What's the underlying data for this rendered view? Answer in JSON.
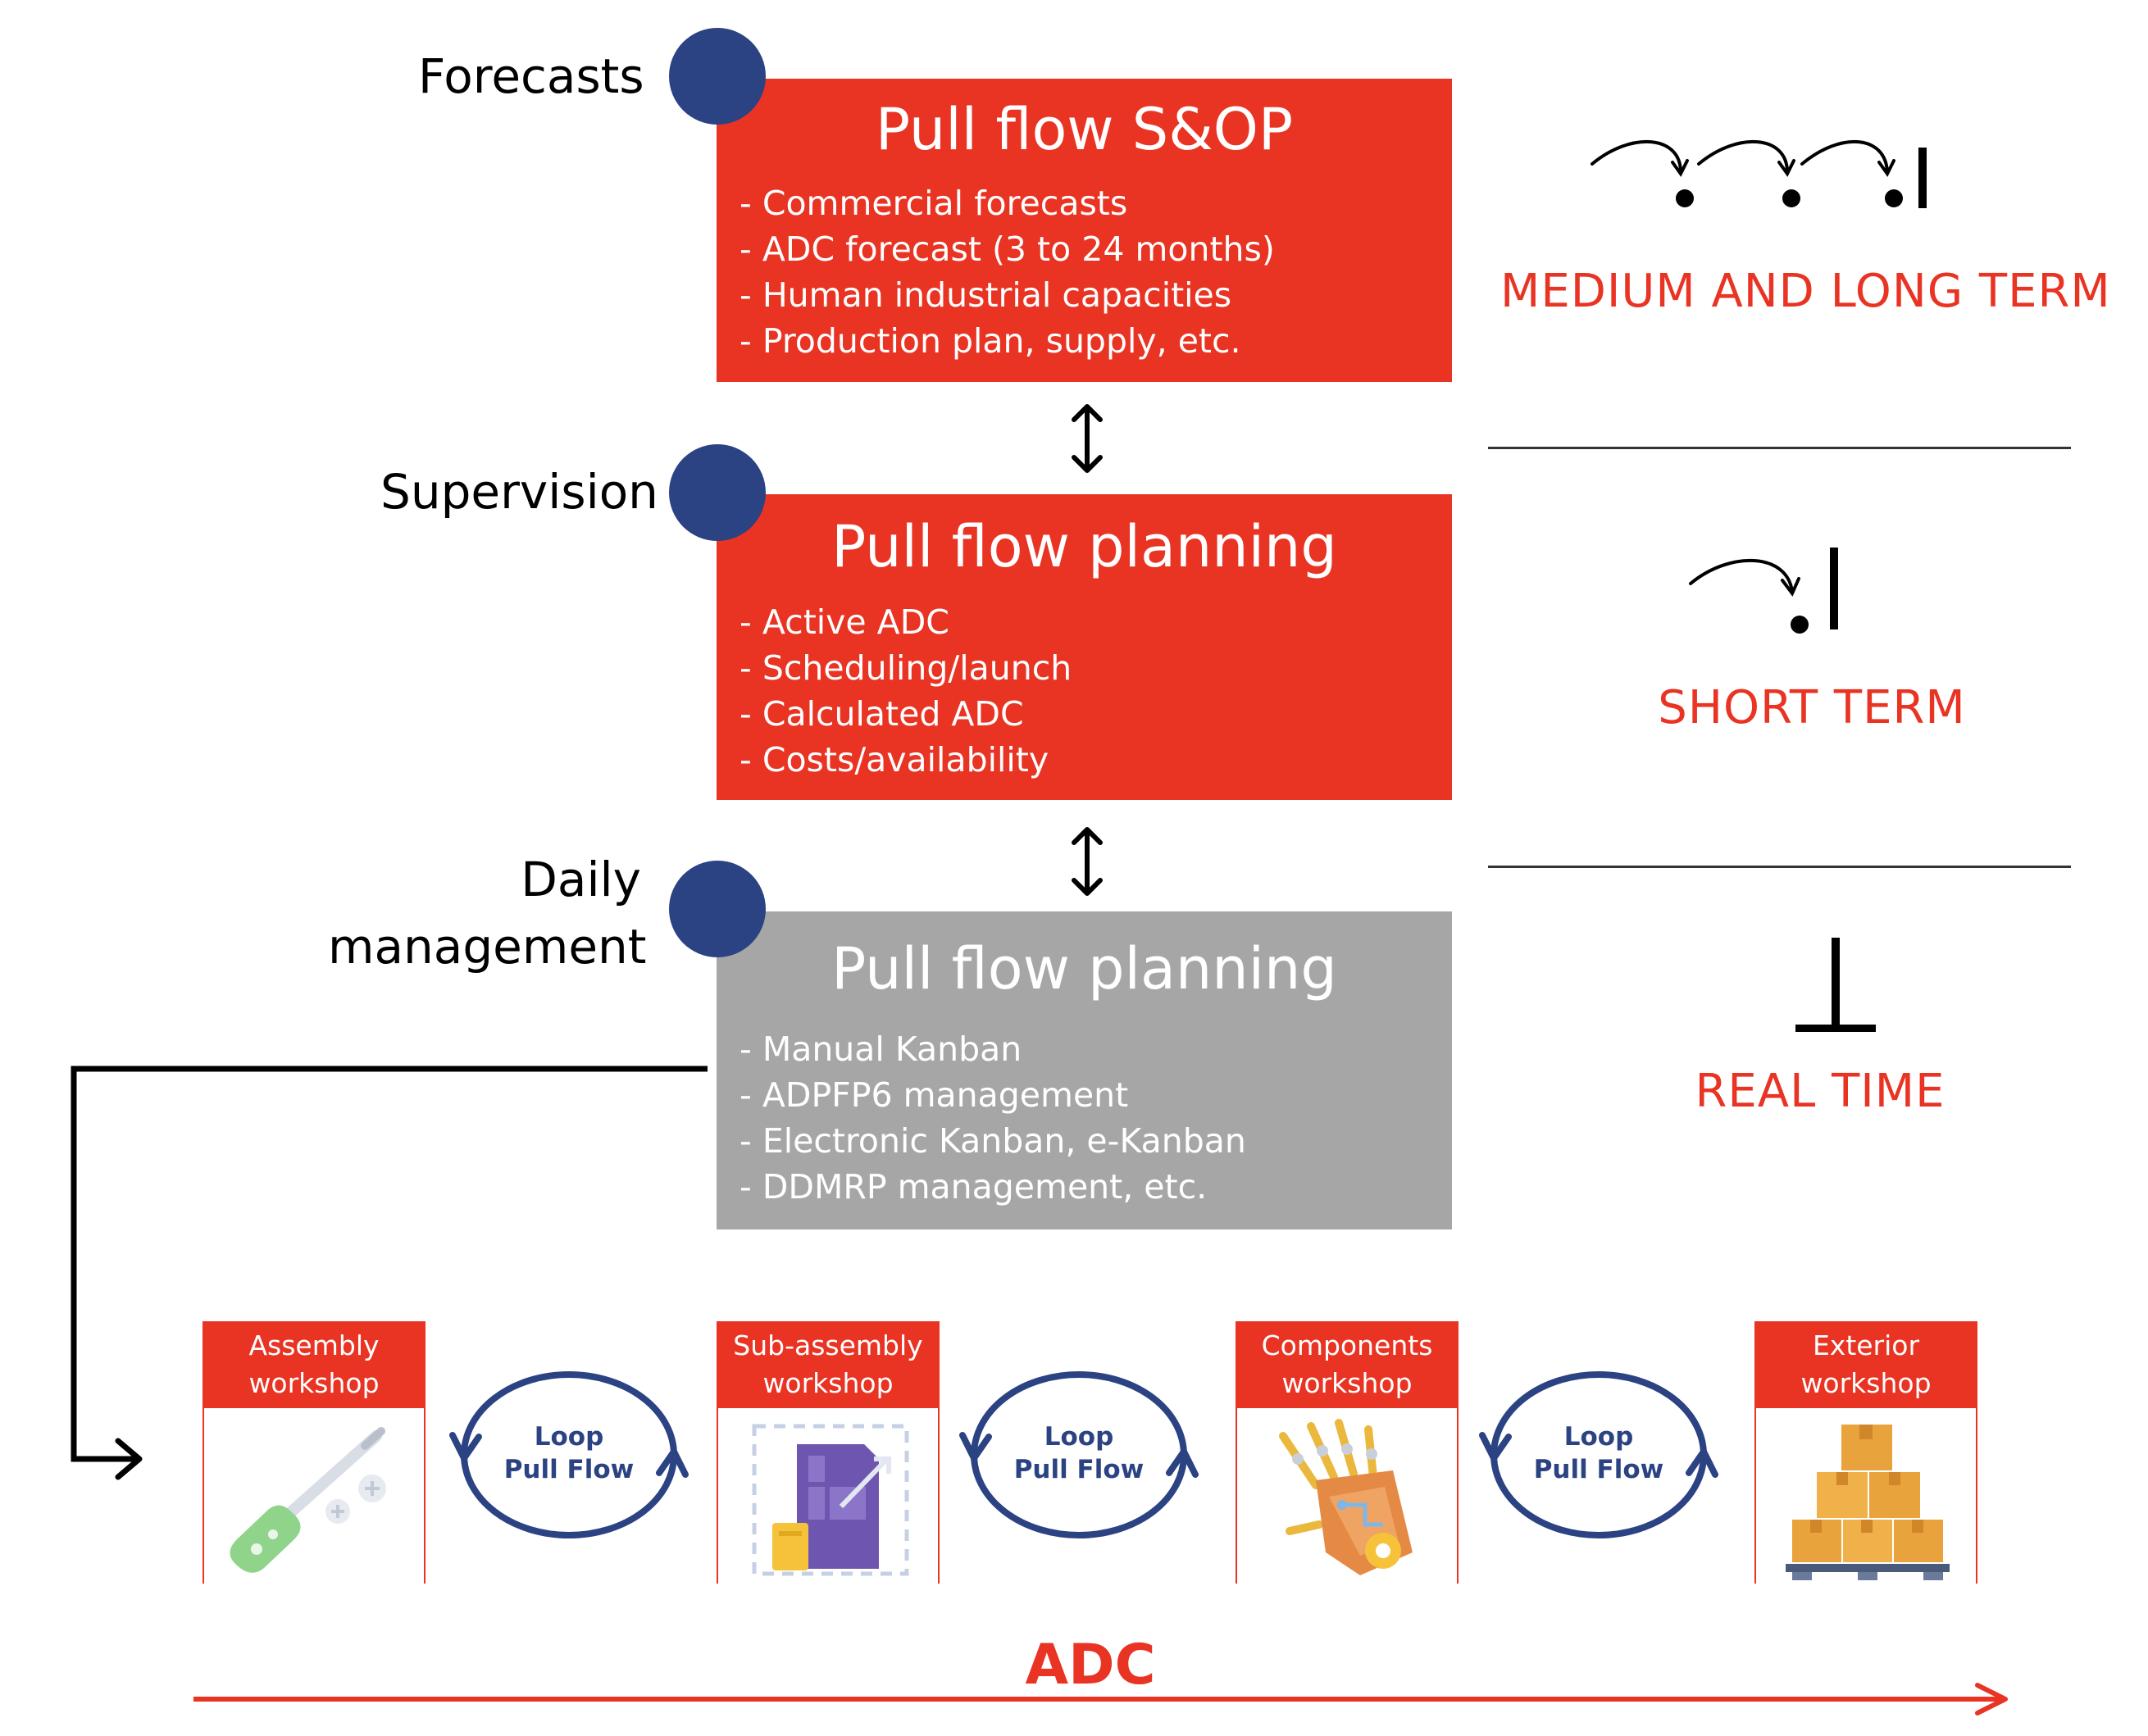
{
  "levels": [
    {
      "label_lines": [
        "Forecasts"
      ]
    },
    {
      "label_lines": [
        "Supervision"
      ]
    },
    {
      "label_lines": [
        "Daily",
        "management"
      ]
    }
  ],
  "cards": [
    {
      "title": "Pull flow S&OP",
      "items": [
        "- Commercial forecasts",
        "- ADC forecast (3 to 24 months)",
        "- Human industrial capacities",
        "- Production plan, supply, etc."
      ],
      "color": "#e93323"
    },
    {
      "title": "Pull flow planning",
      "items": [
        "- Active ADC",
        "- Scheduling/launch",
        "- Calculated ADC",
        "- Costs/availability"
      ],
      "color": "#e93323"
    },
    {
      "title": "Pull flow planning",
      "items": [
        "- Manual Kanban",
        "- ADPFP6 management",
        "- Electronic Kanban, e-Kanban",
        "- DDMRP management, etc."
      ],
      "color": "#a6a6a6"
    }
  ],
  "terms": [
    "MEDIUM AND LONG TERM",
    "SHORT TERM",
    "REAL TIME"
  ],
  "workshops": [
    {
      "name": "Assembly workshop",
      "icon": "screwdriver-icon"
    },
    {
      "name": "Sub-assembly workshop",
      "icon": "blueprint-icon"
    },
    {
      "name": "Components workshop",
      "icon": "robotic-hand-icon"
    },
    {
      "name": "Exterior workshop",
      "icon": "boxes-pallet-icon"
    }
  ],
  "loops": [
    {
      "line1": "Loop",
      "line2": "Pull Flow"
    },
    {
      "line1": "Loop",
      "line2": "Pull Flow"
    },
    {
      "line1": "Loop",
      "line2": "Pull Flow"
    }
  ],
  "adc_label": "ADC",
  "colors": {
    "accent_red": "#e93323",
    "navy": "#2b4283",
    "grey_card": "#a6a6a6"
  }
}
